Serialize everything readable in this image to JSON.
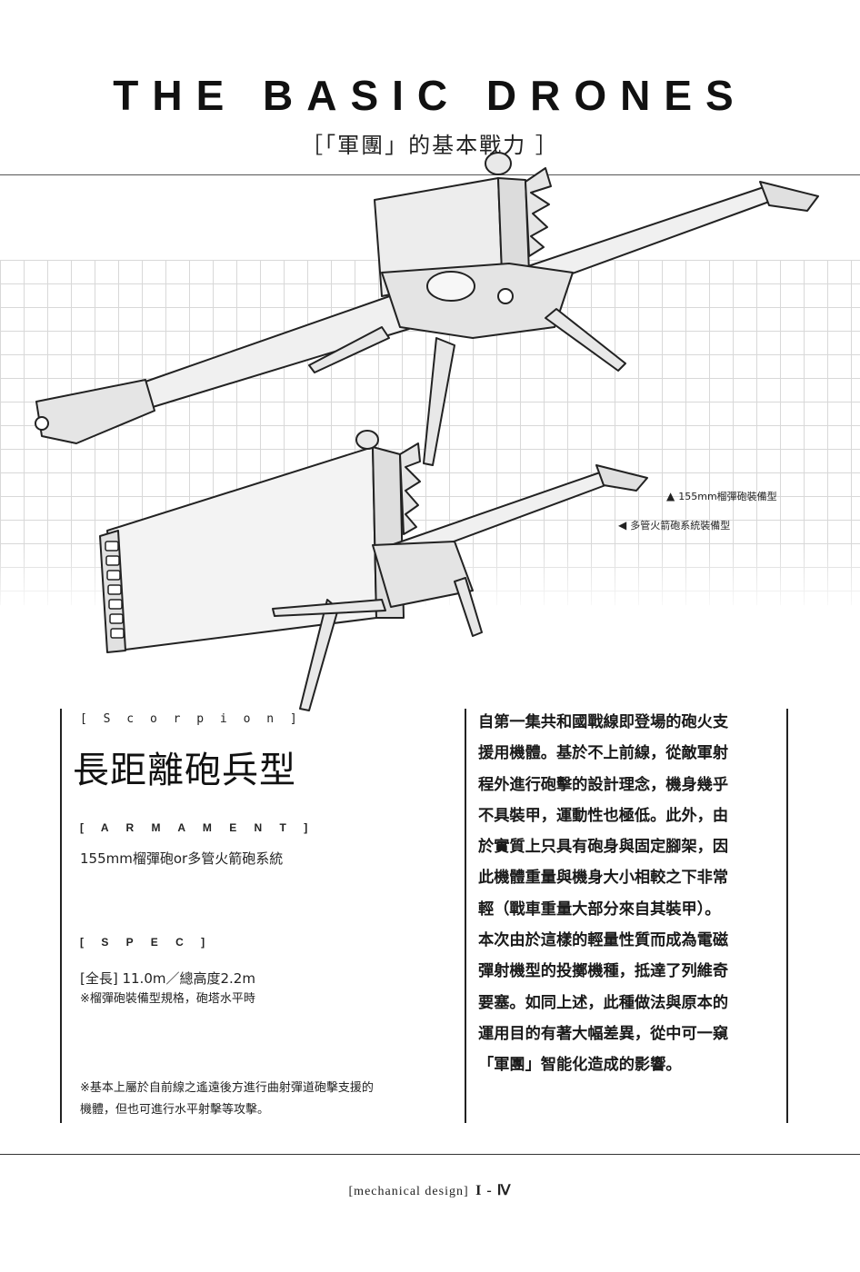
{
  "header": {
    "title": "THE BASIC DRONES",
    "subtitle": "［「軍團」的基本戰力 ］"
  },
  "illustration": {
    "captions": [
      {
        "mark": "▲",
        "text": "155mm榴彈砲裝備型"
      },
      {
        "mark": "◀",
        "text": "多管火箭砲系統裝備型"
      }
    ]
  },
  "profile": {
    "codename": "[ S c o r p i o n ]",
    "name": "長距離砲兵型",
    "armament_heading": "[ A R M A M E N T ]",
    "armament": "155mm榴彈砲or多管火箭砲系統",
    "spec_heading": "[ S P E C ]",
    "spec_main": "[全長] 11.0m／總高度2.2m",
    "spec_note": "※榴彈砲裝備型規格，砲塔水平時",
    "footnote_line1": "※基本上屬於自前線之遙遠後方進行曲射彈道砲擊支援的",
    "footnote_line2": "機體，但也可進行水平射擊等攻擊。"
  },
  "description": {
    "lines": [
      "自第一集共和國戰線即登場的砲火支",
      "援用機體。基於不上前線，從敵軍射",
      "程外進行砲擊的設計理念，機身幾乎",
      "不具裝甲，運動性也極低。此外，由",
      "於實質上只具有砲身與固定腳架，因",
      "此機體重量與機身大小相較之下非常",
      "輕（戰車重量大部分來自其裝甲）。",
      "本次由於這樣的輕量性質而成為電磁",
      "彈射機型的投擲機種，抵達了列維奇",
      "要塞。如同上述，此種做法與原本的",
      "運用目的有著大幅差異，從中可一窺",
      "「軍團」智能化造成的影響。"
    ]
  },
  "footer": {
    "label": "[mechanical design]",
    "page": "I - Ⅳ"
  }
}
